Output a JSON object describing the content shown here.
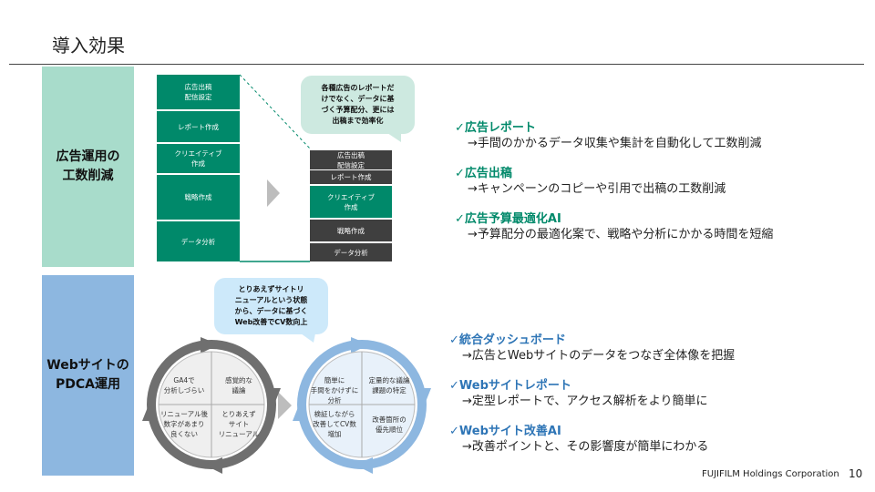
{
  "title": "導入効果",
  "sections": [
    {
      "label": "広告運用の\n工数削減",
      "color": "#a8dccb"
    },
    {
      "label": "Webサイトの\nPDCA運用",
      "color": "#8db7e0"
    }
  ],
  "ads": {
    "before": [
      "広告出稿\n配信設定",
      "レポート作成",
      "クリエイティブ\n作成",
      "戦略作成",
      "データ分析"
    ],
    "after": [
      "広告出稿\n配信設定",
      "レポート作成",
      "クリエイティブ\n作成",
      "戦略作成",
      "データ分析"
    ],
    "bubble": "各種広告のレポートだ\nけでなく、データに基\nづく予算配分、更には\n出稿まで効率化",
    "benefits": [
      {
        "title": "✓広告レポート",
        "desc": "→手間のかかるデータ収集や集計を自動化して工数削減"
      },
      {
        "title": "✓広告出稿",
        "desc": "→キャンペーンのコピーや引用で出稿の工数削減"
      },
      {
        "title": "✓広告予算最適化AI",
        "desc": "→予算配分の最適化案で、戦略や分析にかかる時間を短縮"
      }
    ],
    "accent": "#00896a"
  },
  "web": {
    "bubble": "とりあえずサイトリ\nニューアルという状態\nから、データに基づく\nWeb改善でCV数向上",
    "before_cycle": [
      "GA4で\n分析しづらい",
      "感覚的な\n議論",
      "リニューアル後\n数字があまり\n良くない",
      "とりあえず\nサイト\nリニューアル"
    ],
    "after_cycle": [
      "簡単に\n手間をかけずに\n分析",
      "定量的な議論\n課題の特定",
      "検証しながら\n改善してCV数\n増加",
      "改善箇所の\n優先順位"
    ],
    "benefits": [
      {
        "title": "✓統合ダッシュボード",
        "desc": "→広告とWebサイトのデータをつなぎ全体像を把握"
      },
      {
        "title": "✓Webサイトレポート",
        "desc": "→定型レポートで、アクセス解析をより簡単に"
      },
      {
        "title": "✓Webサイト改善AI",
        "desc": "→改善ポイントと、その影響度が簡単にわかる"
      }
    ],
    "accent": "#2e75b6"
  },
  "footer": {
    "company": "FUJIFILM Holdings Corporation",
    "page": "10"
  }
}
